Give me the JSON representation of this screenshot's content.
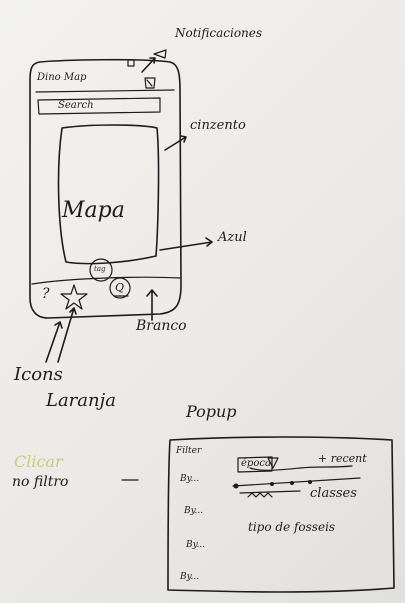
{
  "phone": {
    "app_title": "Dino Map",
    "search_label": "Search",
    "map_label": "Mapa",
    "tag_label": "tag",
    "filter_badge": "Q",
    "help_icon_glyph": "?",
    "icons": [
      "help-icon",
      "star-icon",
      "filter-icon",
      "notification-icon"
    ]
  },
  "annotations": {
    "notification": "Notificaciones",
    "header_color": "cinzento",
    "map_color": "Azul",
    "bottom_color": "Branco",
    "icons_line1": "Icons",
    "icons_line2": "Laranja",
    "clicar_line1": "Clicar",
    "clicar_line2": "no filtro"
  },
  "popup": {
    "title": "Popup",
    "filter_label": "Filter",
    "rows": [
      "By...",
      "By...",
      "By...",
      "By..."
    ],
    "epoca": "época",
    "recent": "+ recent",
    "classes": "classes",
    "tipo": "tipo de fosseis"
  },
  "colors": {
    "ink": "#1c1c1c",
    "paper": "#eceae7",
    "clicar_ink": "#c6cf78"
  }
}
